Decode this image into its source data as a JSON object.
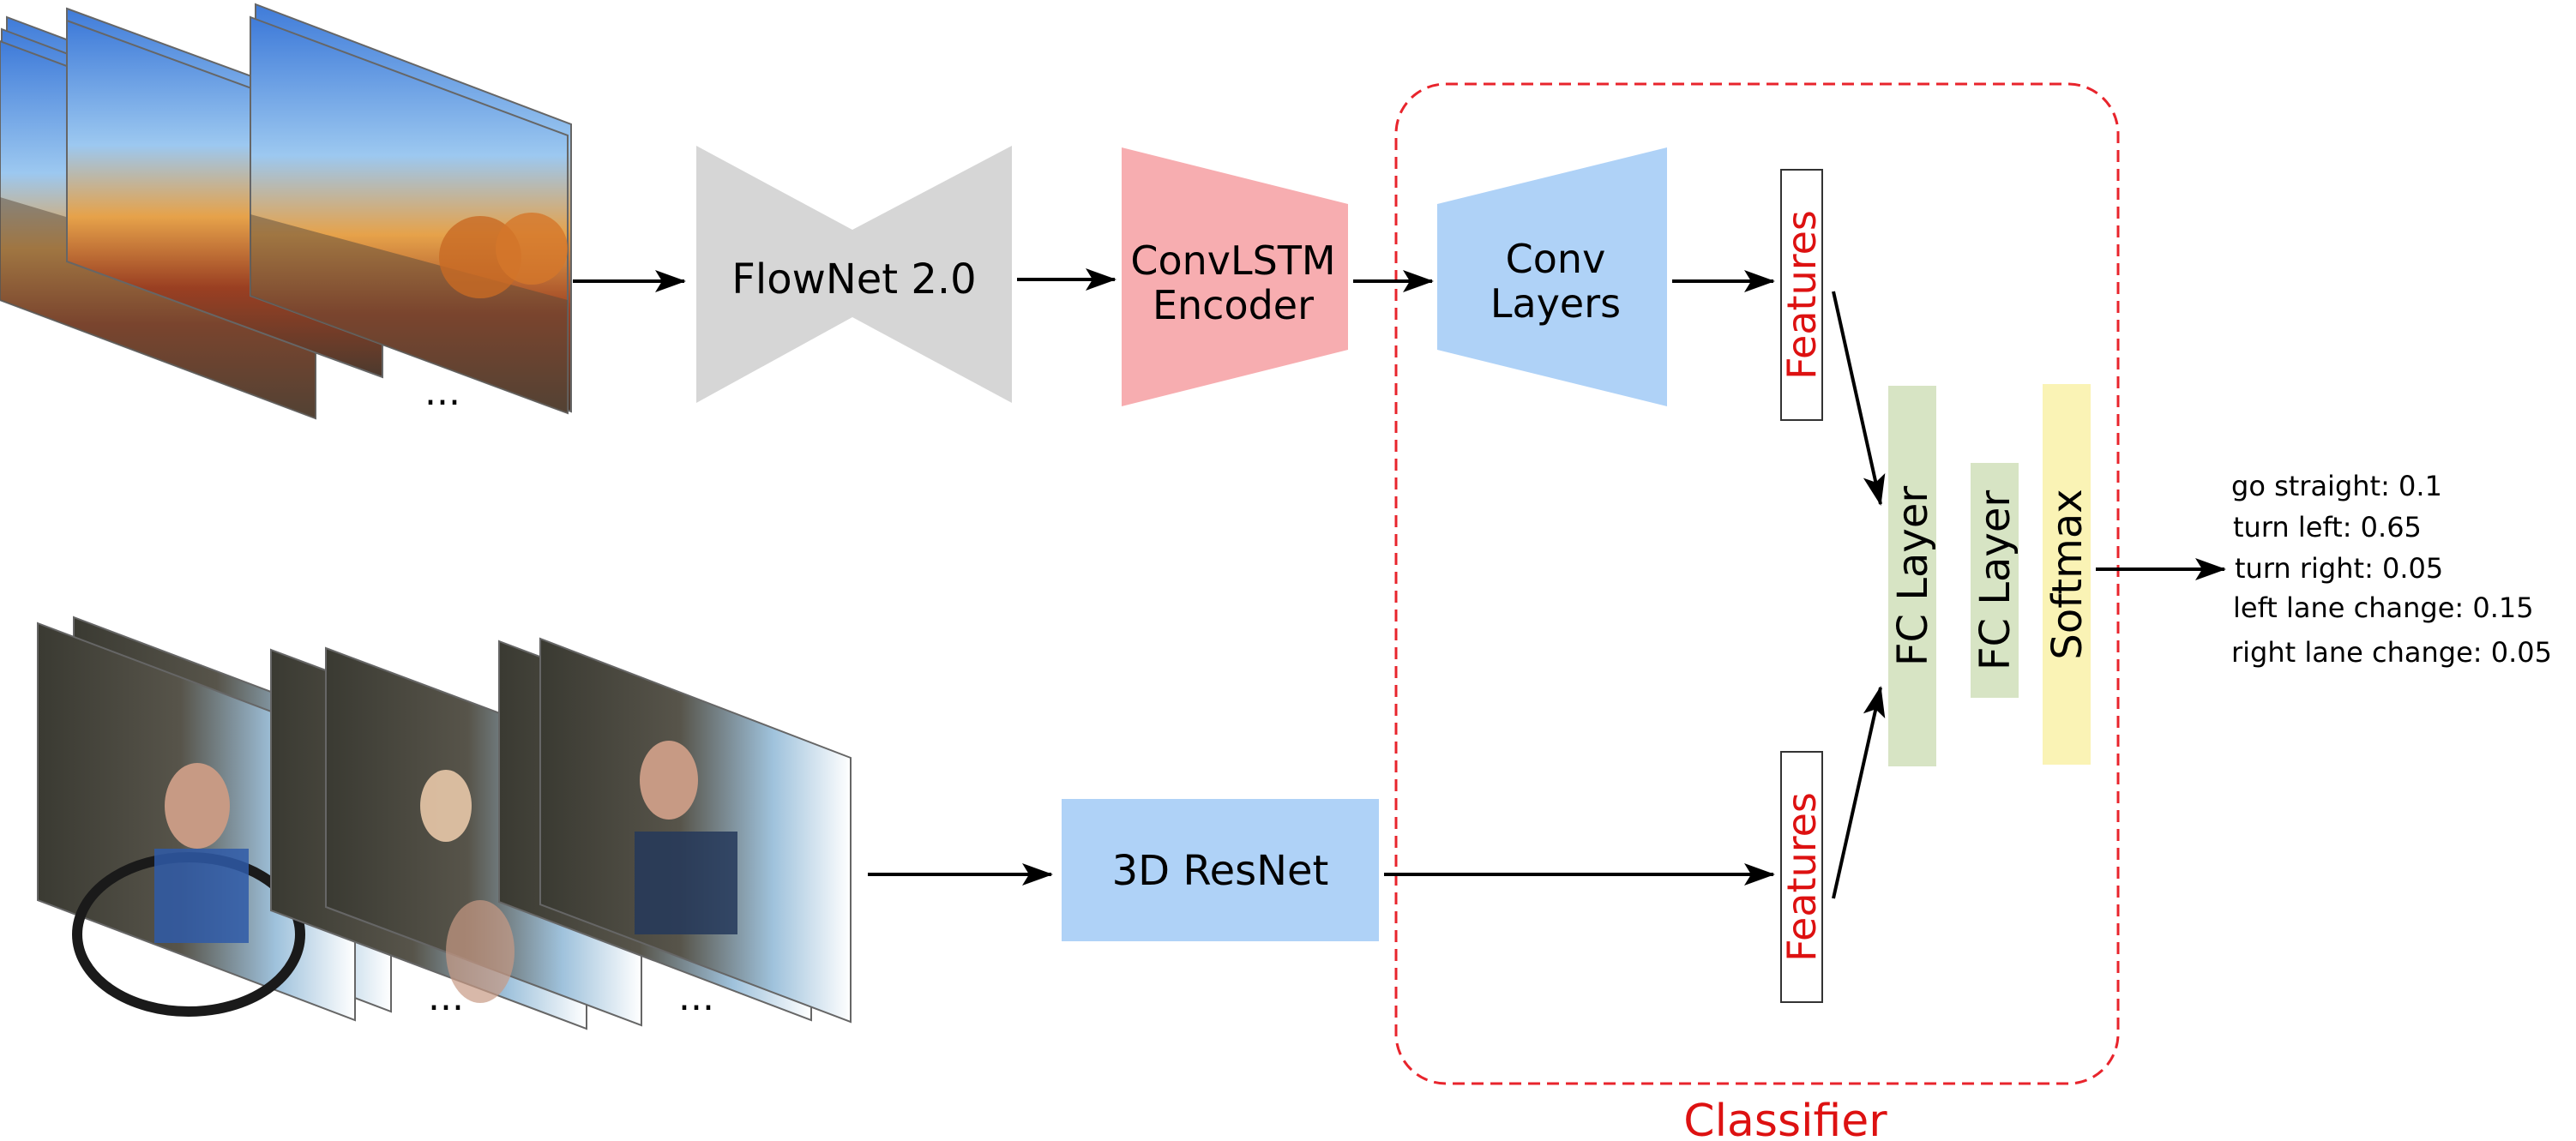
{
  "blocks": {
    "flownet": "FlowNet 2.0",
    "convlstm_line1": "ConvLSTM",
    "convlstm_line2": "Encoder",
    "conv_line1": "Conv",
    "conv_line2": "Layers",
    "resnet": "3D ResNet",
    "features_top": "Features",
    "features_bottom": "Features",
    "fc_layer_1": "FC Layer",
    "fc_layer_2": "FC Layer",
    "softmax": "Softmax",
    "classifier": "Classifier"
  },
  "ellipsis": {
    "road_frames": "...",
    "driver_frames_1": "...",
    "driver_frames_2": "..."
  },
  "outputs": [
    "go straight: 0.1",
    "turn left: 0.65",
    "turn right: 0.05",
    "left lane change: 0.15",
    "right lane change: 0.05"
  ],
  "colors": {
    "flownet": "#d6d6d6",
    "convlstm": "#f7adb0",
    "conv": "#afd2f7",
    "resnet": "#afd2f7",
    "fc": "#d7e4c4",
    "softmax": "#faf3b5",
    "classifier_border": "#e8242c",
    "features_text": "#dd1111"
  }
}
